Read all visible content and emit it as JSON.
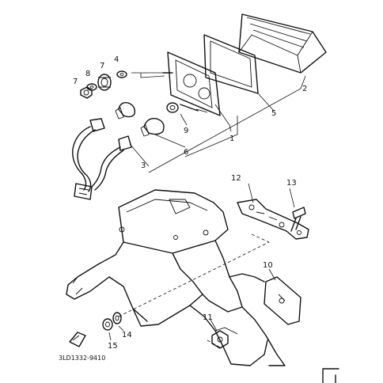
{
  "diagram": {
    "callouts": [
      "1",
      "2",
      "3",
      "4",
      "5",
      "6",
      "7",
      "8",
      "7",
      "9",
      "10",
      "11",
      "12",
      "13",
      "14",
      "15"
    ],
    "part_code": "3LD1332-9410"
  }
}
